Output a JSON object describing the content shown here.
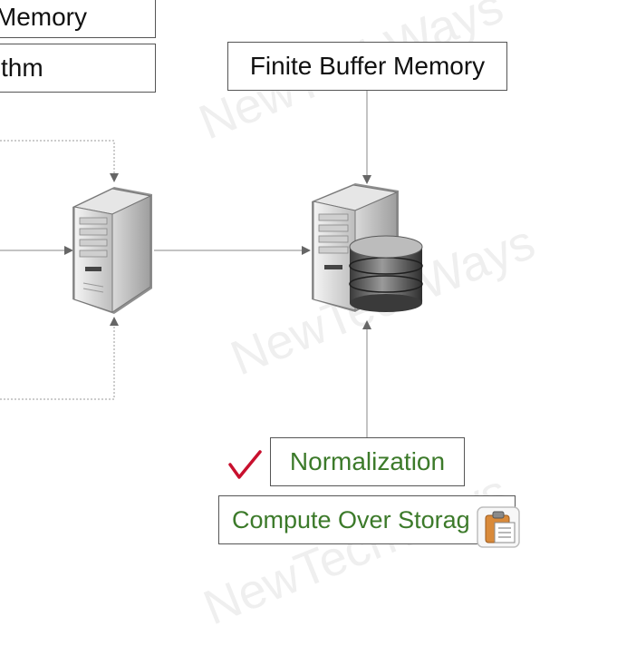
{
  "boxes": {
    "memory_partial": "Memory",
    "algorithm_partial": "thm",
    "finite_buffer": "Finite Buffer Memory",
    "normalization": "Normalization",
    "compute_over_storage": "Compute Over Storag"
  },
  "watermark": "NewTechWays",
  "colors": {
    "green_text": "#3c7a2a",
    "checkmark": "#c8102e",
    "border": "#555555"
  },
  "icons": [
    "server-icon",
    "database-server-icon",
    "checkmark-icon",
    "clipboard-icon"
  ]
}
